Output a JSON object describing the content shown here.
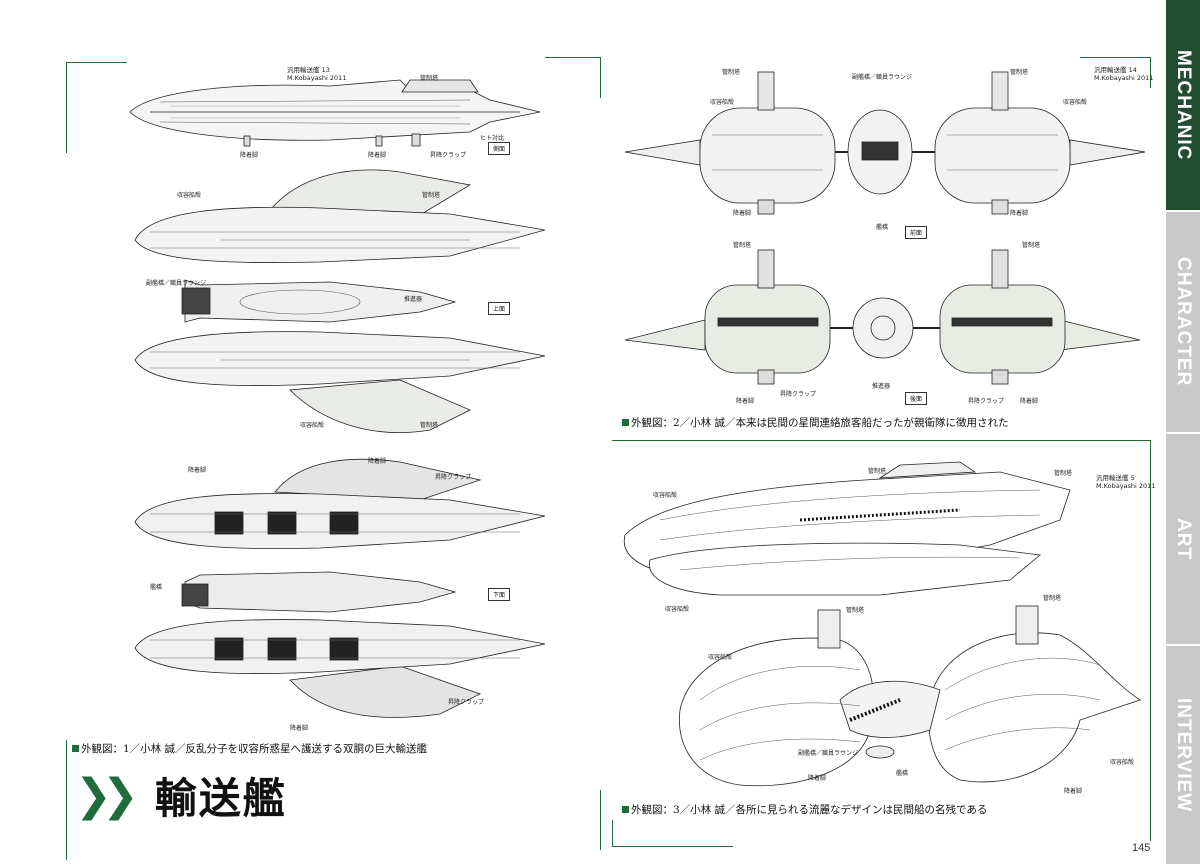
{
  "side_tabs": [
    {
      "label": "MECHANIC",
      "active": true
    },
    {
      "label": "CHARACTER",
      "active": false
    },
    {
      "label": "ART",
      "active": false
    },
    {
      "label": "INTERVIEW",
      "active": false
    }
  ],
  "colors": {
    "accent": "#1f6b3a",
    "tab_active": "#1f4d2e",
    "tab_inactive": "#c9c9c9"
  },
  "section_title": "輸送艦",
  "page_number": "145",
  "plate1": {
    "credit_line1": "汎用輸送艦 13",
    "credit_line2": "M.Kobayashi 2011",
    "caption": "外観図：1／小林 誠／反乱分子を収容所惑星へ護送する双胴の巨大輸送艦",
    "view_top": "上面",
    "view_bottom": "下面",
    "view_side": "側面",
    "labels": {
      "bridge": "管制塔",
      "human_compare": "ヒト対比",
      "landing_leg": "降着脚",
      "elevator_clamp": "昇降クラップ",
      "cargo_bay": "収容船殻",
      "bridge_lounge": "副艦橋／職員ラウンジ",
      "thruster": "推進器",
      "landing_leg_2": "降着脚",
      "elevator_clamp_2": "昇降クラップ",
      "bridge_label": "艦橋"
    }
  },
  "plate2": {
    "credit_line1": "汎用輸送艦 14",
    "credit_line2": "M.Kobayashi 2011",
    "caption": "外観図：2／小林 誠／本来は民間の星間連絡旅客船だったが親衛隊に徴用された",
    "view_front": "前面",
    "view_rear": "後面",
    "labels": {
      "bridge_left": "管制塔",
      "bridge_right": "管制塔",
      "lounge": "副艦橋／職員ラウンジ",
      "cargo_left": "収容船殻",
      "cargo_right": "収容船殻",
      "bridge_center": "艦橋",
      "landing_leg_left": "降着脚",
      "landing_leg_right": "降着脚",
      "thruster": "推進器",
      "clamp_left": "昇降クラップ",
      "clamp_right": "昇降クラップ"
    }
  },
  "plate3": {
    "credit_line1": "汎用輸送艦 5",
    "credit_line2": "M.Kobayashi 2011",
    "caption": "外観図：3／小林 誠／各所に見られる流麗なデザインは民間船の名残である",
    "labels": {
      "bridge1": "管制塔",
      "bridge2": "管制塔",
      "cargo1": "収容船殻",
      "cargo2": "収容船殻",
      "lounge": "副艦橋／職員ラウンジ",
      "bridge_center": "艦橋",
      "landing_leg": "降着脚",
      "landing_leg_2": "降着脚"
    }
  }
}
